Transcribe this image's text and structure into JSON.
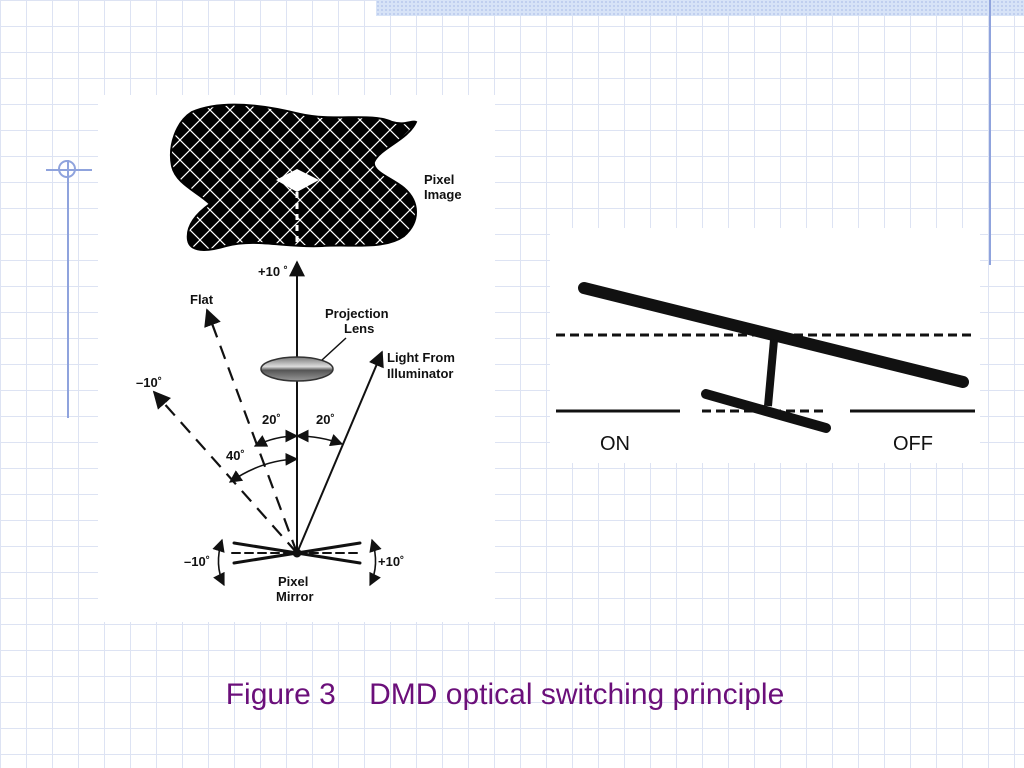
{
  "left_figure": {
    "pixel_image_line1": "Pixel",
    "pixel_image_line2": "Image",
    "plus_ten_top": "+10 ˚",
    "flat": "Flat",
    "projection_lens_line1": "Projection",
    "projection_lens_line2": "Lens",
    "light_line1": "Light From",
    "light_line2": "Illuminator",
    "minus_ten": "–10˚",
    "angle_20_left": "20˚",
    "angle_20_right": "20˚",
    "angle_40": "40˚",
    "mirror_minus_ten": "–10˚",
    "mirror_plus_ten": "+10˚",
    "pixel_mirror_line1": "Pixel",
    "pixel_mirror_line2": "Mirror"
  },
  "right_figure": {
    "on_label": "ON",
    "off_label": "OFF"
  },
  "caption": {
    "figure_number": "Figure 3",
    "title": "DMD optical switching principle"
  },
  "colors": {
    "caption": "#6b0f7a",
    "grid": "#dde3f3",
    "accent_lines": "#8fa3dd"
  }
}
